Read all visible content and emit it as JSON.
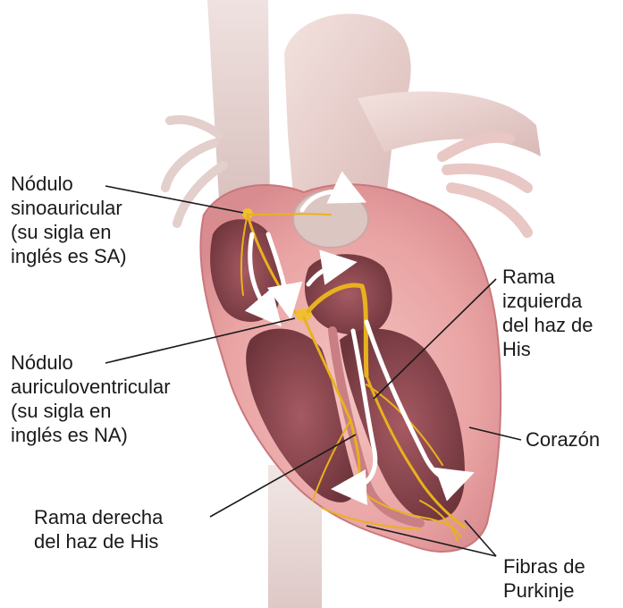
{
  "labels": {
    "sa_node": [
      "Nódulo",
      "sinoauricular",
      "(su sigla en",
      "inglés es SA)"
    ],
    "av_node": [
      "Nódulo",
      "auriculoventricular",
      "(su sigla en",
      "inglés es NA)"
    ],
    "right_bundle": [
      "Rama derecha",
      "del haz de His"
    ],
    "left_bundle": [
      "Rama",
      "izquierda",
      "del haz de",
      "His"
    ],
    "heart": [
      "Corazón"
    ],
    "purkinje": [
      "Fibras de",
      "Purkinje"
    ]
  },
  "colors": {
    "myocardium": "#e8a5a5",
    "chamber_dark": "#8c4a52",
    "vessel_pale": "#ead7d4",
    "conduction": "#e8b21e",
    "flow_arrow": "#ffffff",
    "leader_line": "#1a1a1a"
  }
}
